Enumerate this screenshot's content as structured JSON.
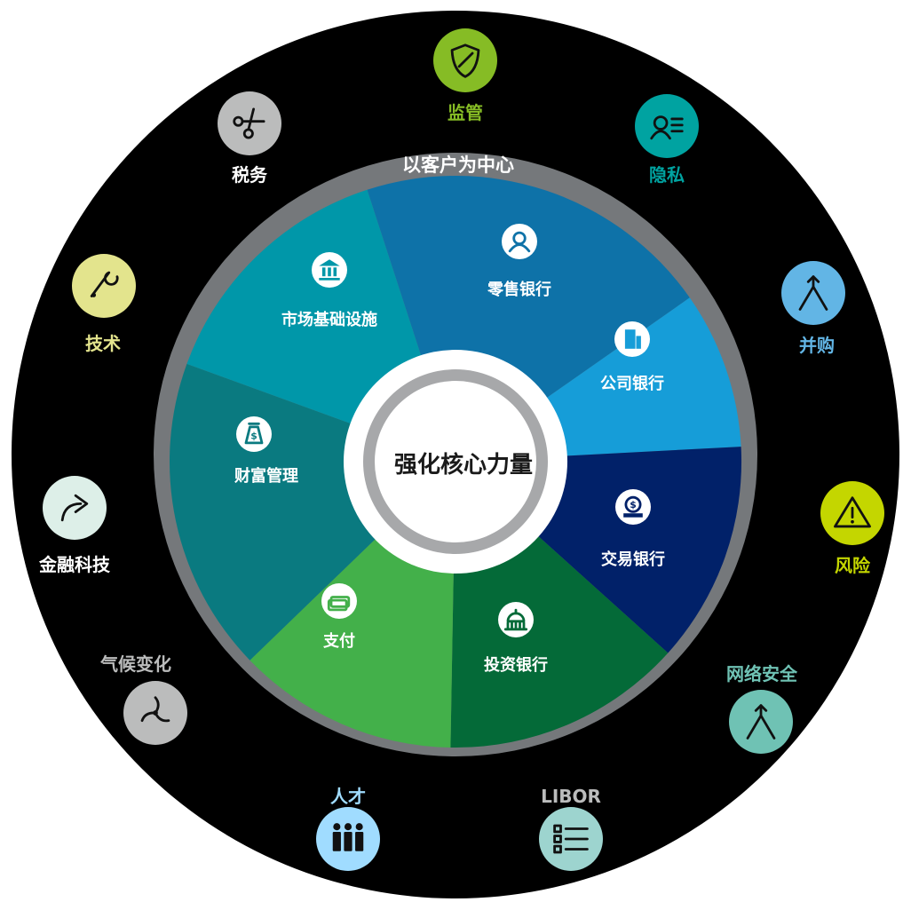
{
  "center": {
    "label": "强化核心力量"
  },
  "ring": {
    "label": "以客户为中心"
  },
  "segments": [
    {
      "label": "零售银行",
      "color": "#0e72a8",
      "icon": "person-icon"
    },
    {
      "label": "公司银行",
      "color": "#169dd8",
      "icon": "building-icon"
    },
    {
      "label": "交易银行",
      "color": "#012169",
      "icon": "coin-stack-icon"
    },
    {
      "label": "投资银行",
      "color": "#046a38",
      "icon": "capitol-icon"
    },
    {
      "label": "支付",
      "color": "#43b04a",
      "icon": "banknote-icon"
    },
    {
      "label": "财富管理",
      "color": "#0a7a80",
      "icon": "money-bag-icon"
    },
    {
      "label": "市场基础设施",
      "color": "#0097a9",
      "icon": "bank-icon"
    }
  ],
  "outer_topics": [
    {
      "label": "监管",
      "color": "#86bc25",
      "label_color": "#86bc25",
      "icon": "shield-icon"
    },
    {
      "label": "隐私",
      "color": "#00a3a1",
      "label_color": "#00a3a1",
      "icon": "privacy-icon"
    },
    {
      "label": "并购",
      "color": "#62b5e5",
      "label_color": "#62b5e5",
      "icon": "merge-arrows-icon"
    },
    {
      "label": "风险",
      "color": "#c4d600",
      "label_color": "#c4d600",
      "icon": "warning-icon"
    },
    {
      "label": "网络安全",
      "color": "#6fc2b4",
      "label_color": "#6fc2b4",
      "icon": "merge-arrows-icon"
    },
    {
      "label": "LIBOR",
      "color": "#9dd4cf",
      "label_color": "#bbbcbc",
      "icon": "list-icon"
    },
    {
      "label": "人才",
      "color": "#a0dcff",
      "label_color": "#a0dcff",
      "icon": "people-icon"
    },
    {
      "label": "气候变化",
      "color": "#bbbcbc",
      "label_color": "#bbbcbc",
      "icon": "turbine-icon"
    },
    {
      "label": "金融科技",
      "color": "#ddefe8",
      "label_color": "#ffffff",
      "icon": "share-arrow-icon"
    },
    {
      "label": "技术",
      "color": "#e3e48d",
      "label_color": "#e3e48d",
      "icon": "wrench-icon"
    },
    {
      "label": "税务",
      "color": "#bbbcbc",
      "label_color": "#ffffff",
      "icon": "scissors-icon"
    }
  ]
}
